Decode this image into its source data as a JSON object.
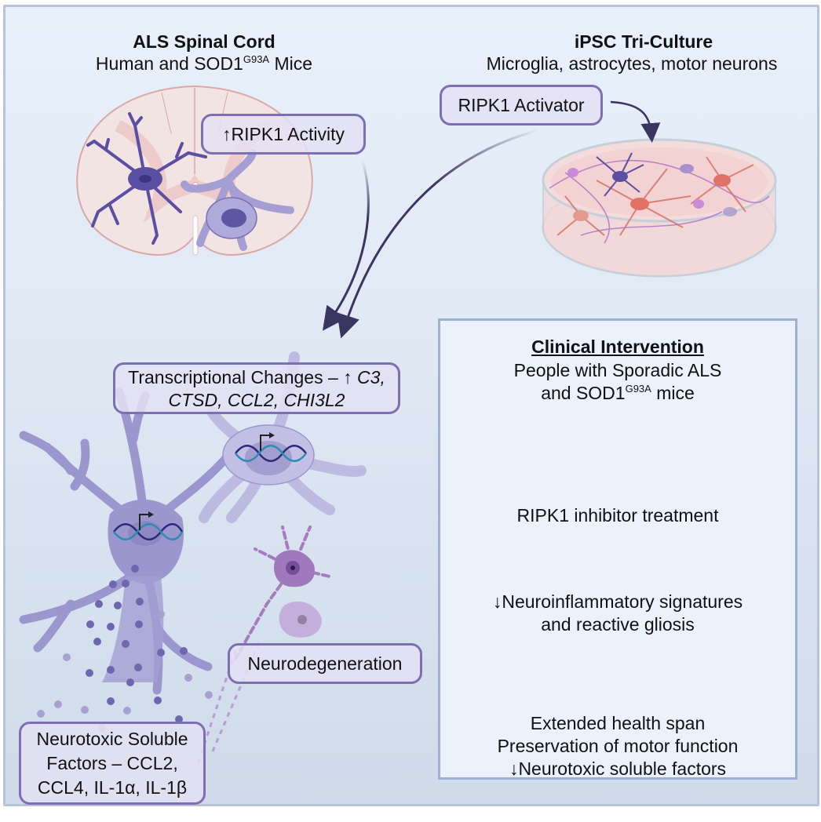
{
  "left_panel": {
    "title": "ALS Spinal Cord",
    "subtitle_pre": "Human and SOD1",
    "subtitle_sup": "G93A",
    "subtitle_post": " Mice",
    "ripk1_activity_label": "↑RIPK1 Activity"
  },
  "right_panel": {
    "title": "iPSC Tri-Culture",
    "subtitle": "Microglia, astrocytes, motor neurons",
    "activator_label": "RIPK1 Activator"
  },
  "transcriptional": {
    "prefix": "Transcriptional Changes – ↑ ",
    "genes_line1": "C3,",
    "genes_line2": "CTSD, CCL2, CHI3L2"
  },
  "neurodegeneration_label": "Neurodegeneration",
  "neurotoxic": {
    "line1": "Neurotoxic Soluble",
    "line2": "Factors – CCL2,",
    "line3": "CCL4, IL-1α, IL-1β"
  },
  "clinical": {
    "heading": "Clinical Intervention",
    "line1": "People with Sporadic ALS",
    "line2_pre": "and SOD1",
    "line2_sup": "G93A",
    "line2_post": " mice",
    "icons": [
      "person-icon",
      "mouse-icon"
    ],
    "treatment": "RIPK1 inhibitor treatment",
    "outcome1_line1": "↓Neuroinflammatory signatures",
    "outcome1_line2": "and reactive gliosis",
    "outcome2_line1": "Extended health span",
    "outcome2_line2": "Preservation of motor function",
    "outcome2_line3": "↓Neurotoxic soluble factors"
  },
  "colors": {
    "accent_purple": "#7d6fb0",
    "icon_slate": "#3f5f7a",
    "chevron_blue": "#9fb0d6"
  }
}
